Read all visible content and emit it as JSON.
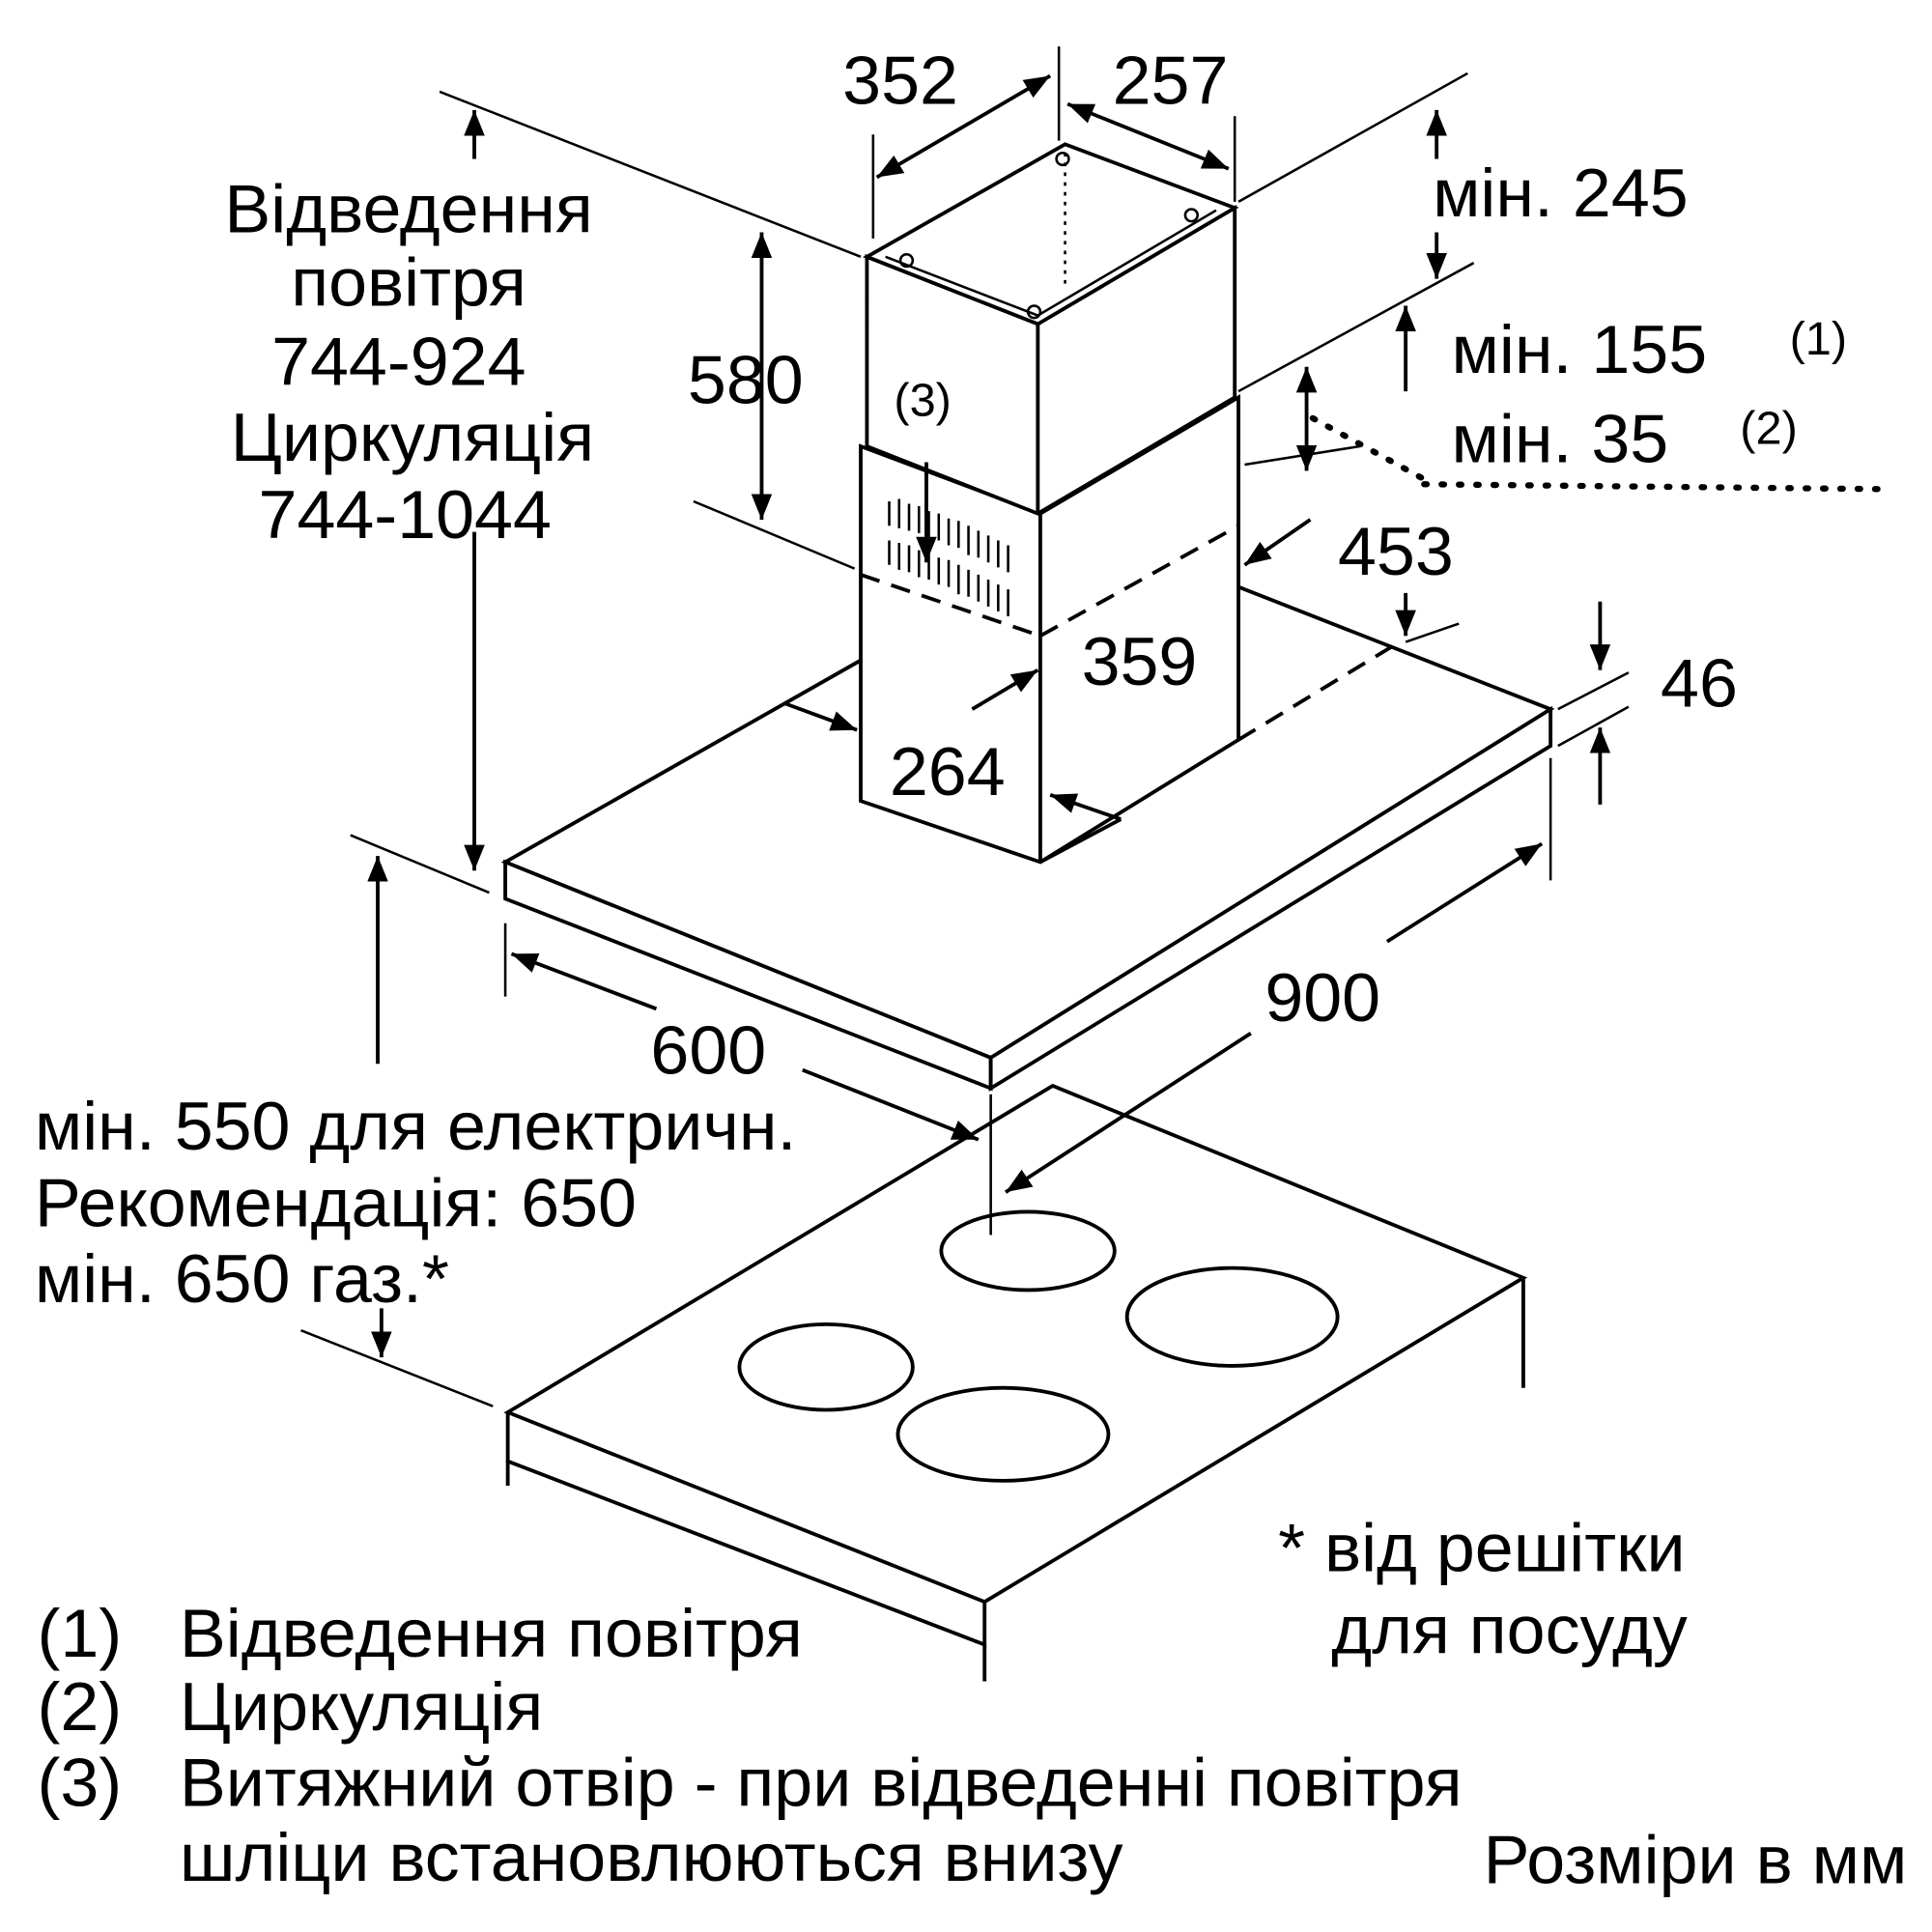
{
  "dimensions": {
    "d352": "352",
    "d257": "257",
    "d580": "580",
    "d453": "453",
    "d359": "359",
    "d264": "264",
    "d46": "46",
    "d900": "900",
    "d600": "600",
    "min245": "мін. 245",
    "min155": "мін. 155",
    "min35": "мін. 35",
    "note1": "(1)",
    "note2": "(2)",
    "note3": "(3)"
  },
  "left_label": {
    "line1": "Відведення",
    "line2": "повітря",
    "line3": "744-924",
    "line4": "Циркуляція",
    "line5": "744-1044"
  },
  "height_label": {
    "line1": "мін. 550 для електричн.",
    "line2": "Рекомендація: 650",
    "line3": "мін. 650 газ.*"
  },
  "footnote": {
    "line1": "* від решітки",
    "line2": "для посуду"
  },
  "legend": [
    {
      "num": "(1)",
      "text": "Відведення повітря"
    },
    {
      "num": "(2)",
      "text": "Циркуляція"
    },
    {
      "num": "(3)",
      "text": "Витяжний отвір - при відведенні повітря",
      "text2": "шліци встановлюються внизу"
    }
  ],
  "units": "Розміри в мм"
}
